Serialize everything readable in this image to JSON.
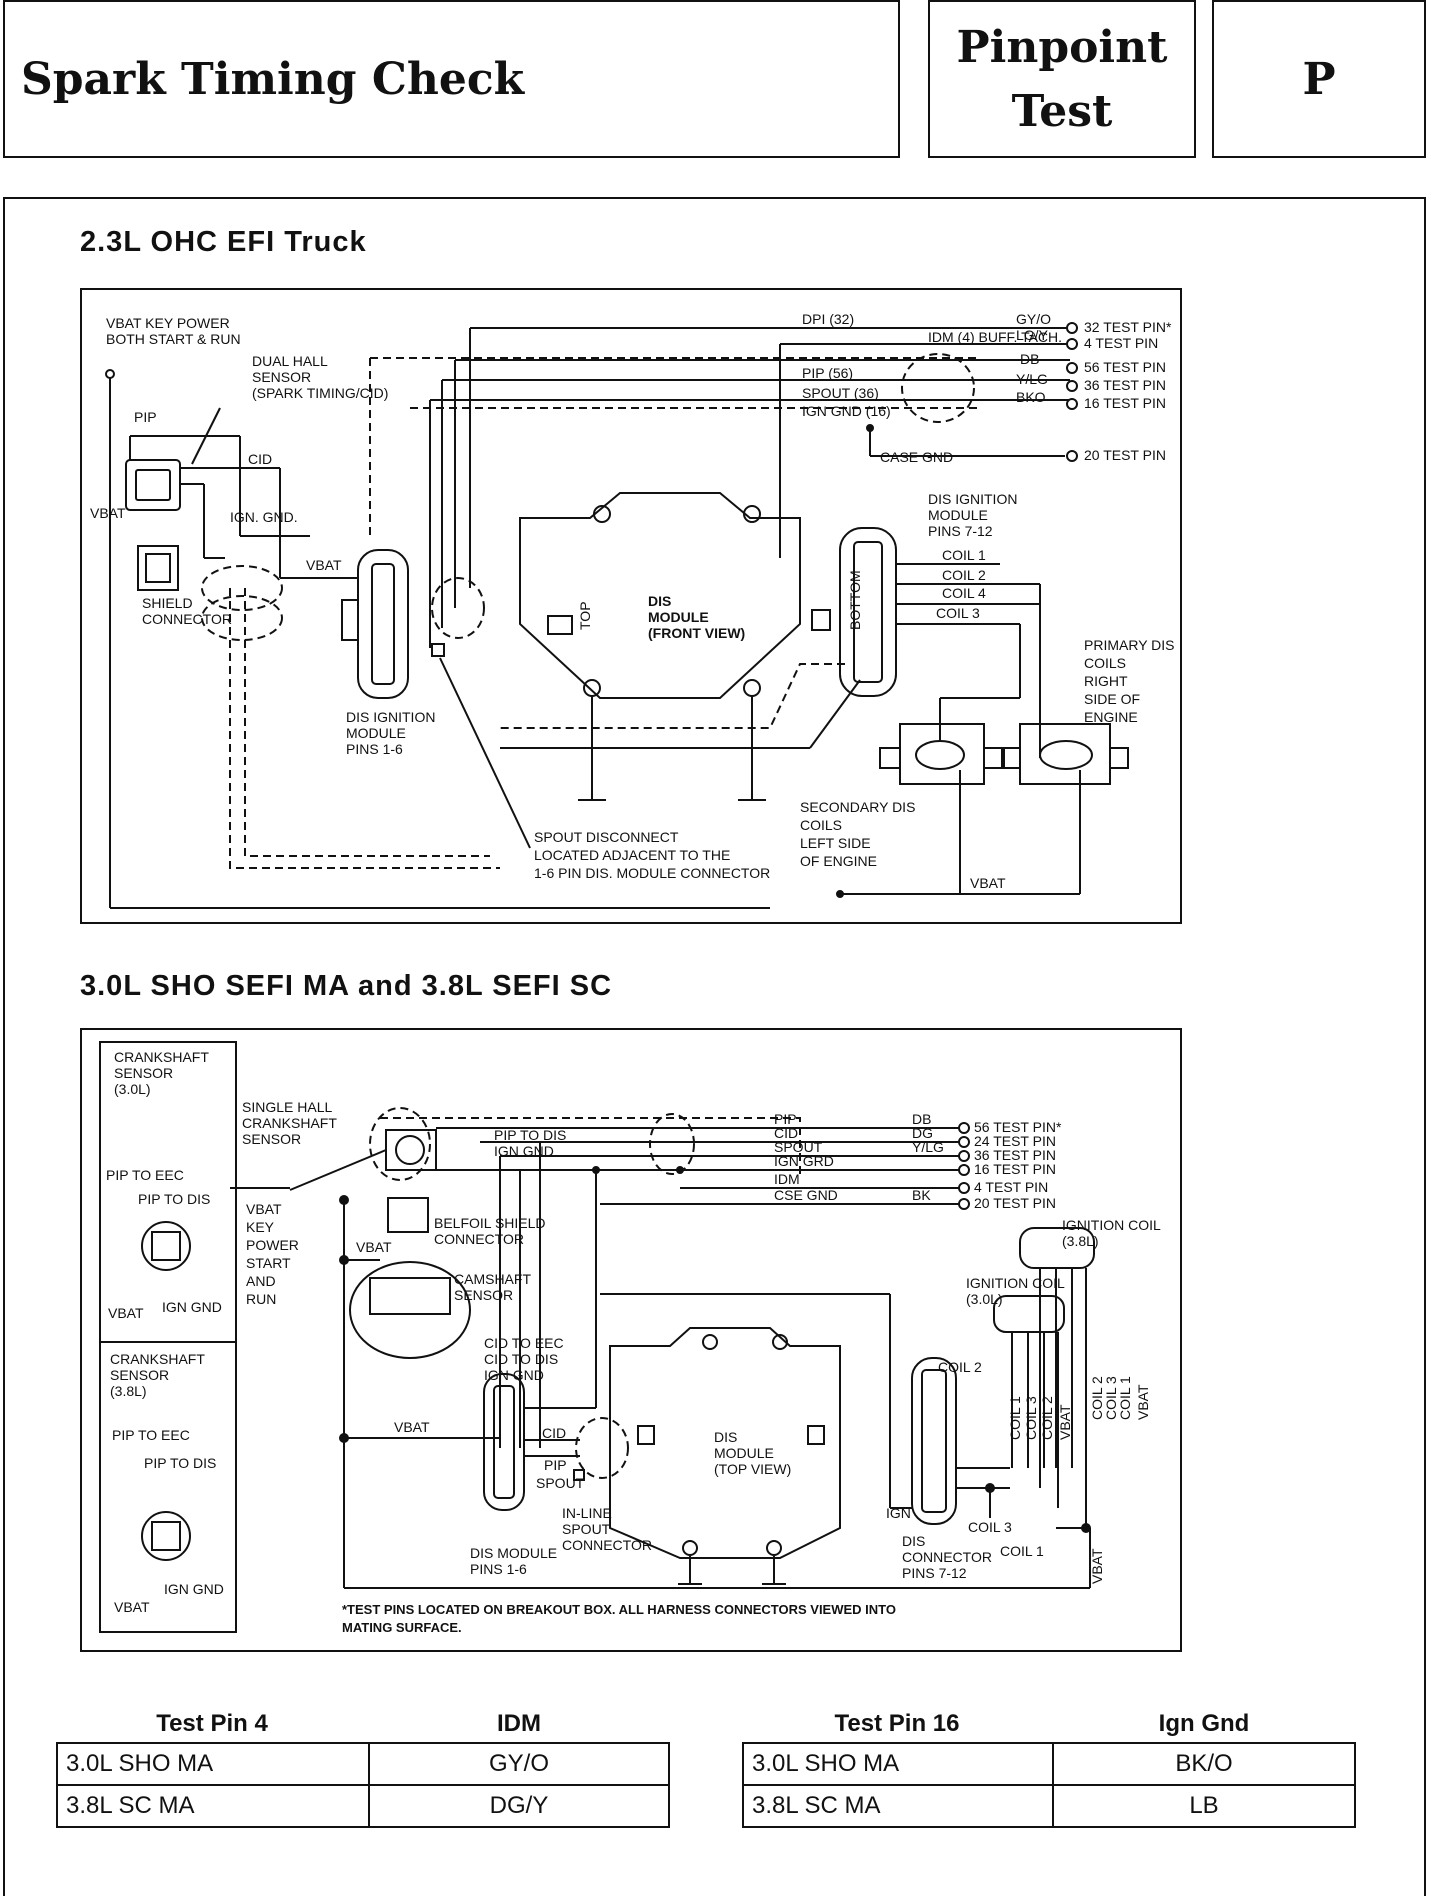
{
  "header": {
    "title": "Spark Timing Check",
    "pinpoint_line1": "Pinpoint",
    "pinpoint_line2": "Test",
    "letter": "P"
  },
  "diagram1": {
    "title": "2.3L OHC EFI Truck",
    "labels": {
      "vbat_key_1": "VBAT KEY POWER",
      "vbat_key_2": "BOTH START & RUN",
      "dual_hall_1": "DUAL HALL",
      "dual_hall_2": "SENSOR",
      "dual_hall_3": "(SPARK TIMING/CID)",
      "pip": "PIP",
      "cid": "CID",
      "vbat_left": "VBAT",
      "ign_gnd": "IGN. GND.",
      "vbat_mid": "VBAT",
      "shield_1": "SHIELD",
      "shield_2": "CONNECTOR",
      "dpi": "DPI (32)",
      "idm_buff": "IDM (4)  BUFF. TACH.",
      "pip56": "PIP (56)",
      "spout36": "SPOUT (36)",
      "igngnd16": "IGN GND (16)",
      "gyo": "GY/O",
      "lgy": "LG/Y",
      "db": "DB",
      "ylg": "Y/LG",
      "bko": "BKO",
      "case_gnd": "CASE GND",
      "tp32": "32 TEST PIN*",
      "tp4": "4 TEST PIN",
      "tp56": "56 TEST PIN",
      "tp36": "36 TEST PIN",
      "tp16": "16 TEST PIN",
      "tp20": "20 TEST PIN",
      "dis_mod_1": "DIS",
      "dis_mod_2": "MODULE",
      "dis_mod_3": "(FRONT VIEW)",
      "top": "TOP",
      "bottom": "BOTTOM",
      "dis_ign_left_1": "DIS IGNITION",
      "dis_ign_left_2": "MODULE",
      "dis_ign_left_3": "PINS 1-6",
      "dis_ign_right_1": "DIS IGNITION",
      "dis_ign_right_2": "MODULE",
      "dis_ign_right_3": "PINS 7-12",
      "coil1": "COIL 1",
      "coil2": "COIL 2",
      "coil4": "COIL 4",
      "coil3": "COIL 3",
      "primary_1": "PRIMARY DIS",
      "primary_2": "COILS",
      "primary_3": "RIGHT",
      "primary_4": "SIDE OF",
      "primary_5": "ENGINE",
      "secondary_1": "SECONDARY DIS",
      "secondary_2": "COILS",
      "secondary_3": "LEFT SIDE",
      "secondary_4": "OF ENGINE",
      "vbat_bottom": "VBAT",
      "spout_disc_1": "SPOUT DISCONNECT",
      "spout_disc_2": "LOCATED  ADJACENT TO THE",
      "spout_disc_3": "1-6 PIN DIS. MODULE CONNECTOR"
    }
  },
  "diagram2": {
    "title": "3.0L SHO SEFI MA and 3.8L SEFI SC",
    "labels": {
      "crank30_1": "CRANKSHAFT",
      "crank30_2": "SENSOR",
      "crank30_3": "(3.0L)",
      "pip_to_eec": "PIP TO EEC",
      "pip_to_dis": "PIP TO DIS",
      "vbat_a": "VBAT",
      "ign_gnd_a": "IGN GND",
      "crank38_1": "CRANKSHAFT",
      "crank38_2": "SENSOR",
      "crank38_3": "(3.8L)",
      "pip_to_eec_b": "PIP TO EEC",
      "pip_to_dis_b": "PIP TO DIS",
      "vbat_b": "VBAT",
      "ign_gnd_b": "IGN GND",
      "single_hall_1": "SINGLE HALL",
      "single_hall_2": "CRANKSHAFT",
      "single_hall_3": "SENSOR",
      "vbat_key_1": "VBAT",
      "vbat_key_2": "KEY",
      "vbat_key_3": "POWER",
      "vbat_key_4": "START",
      "vbat_key_5": "AND",
      "vbat_key_6": "RUN",
      "belfoil_1": "BELFOIL SHIELD",
      "belfoil_2": "CONNECTOR",
      "vbat_c": "VBAT",
      "camshaft_1": "CAMSHAFT",
      "camshaft_2": "SENSOR",
      "pip_to_dis_w": "PIP TO DIS",
      "ign_gnd_w": "IGN GND",
      "cid_to_eec": "CID TO EEC",
      "cid_to_dis": "CID TO DIS",
      "ign_gnd_w2": "IGN GND",
      "vbat_d": "VBAT",
      "cid": "CID",
      "pip": "PIP",
      "spout": "SPOUT",
      "inline_1": "IN-LINE",
      "inline_2": "SPOUT",
      "inline_3": "CONNECTOR",
      "dis_mod_pins_1": "DIS MODULE",
      "dis_mod_pins_2": "PINS 1-6",
      "bus_pip": "PIP",
      "bus_cid": "CID",
      "bus_spout": "SPOUT",
      "bus_igngrd": "IGN GRD",
      "bus_idm": "IDM",
      "bus_csegnd": "CSE GND",
      "c_db": "DB",
      "c_dg": "DG",
      "c_ylg": "Y/LG",
      "c_bk": "BK",
      "tp56": "56 TEST PIN*",
      "tp24": "24 TEST PIN",
      "tp36": "36 TEST PIN",
      "tp16": "16 TEST PIN",
      "tp4": "4 TEST PIN",
      "tp20": "20 TEST PIN",
      "dis_mod_1": "DIS",
      "dis_mod_2": "MODULE",
      "dis_mod_3": "(TOP VIEW)",
      "ign_coil38_1": "IGNITION COIL",
      "ign_coil38_2": "(3.8L)",
      "ign_coil30_1": "IGNITION COIL",
      "ign_coil30_2": "(3.0L)",
      "coil2": "COIL 2",
      "coil3": "COIL 3",
      "coil1": "COIL 1",
      "ign": "IGN",
      "dis_conn_1": "DIS",
      "dis_conn_2": "CONNECTOR",
      "dis_conn_3": "PINS 7-12",
      "v_coil1": "COIL 1",
      "v_coil3": "COIL 3",
      "v_coil2": "COIL 2",
      "v_vbat": "VBAT",
      "v_coil2b": "COIL 2",
      "v_coil3b": "COIL 3",
      "v_coil1b": "COIL 1",
      "v_vbat2": "VBAT",
      "v_vbat3": "VBAT",
      "footnote_1": "*TEST PINS LOCATED ON BREAKOUT BOX. ALL HARNESS CONNECTORS VIEWED INTO",
      "footnote_2": "MATING SURFACE."
    }
  },
  "tables": {
    "left": {
      "head_a": "Test Pin 4",
      "head_b": "IDM",
      "rows": [
        [
          "3.0L SHO MA",
          "GY/O"
        ],
        [
          "3.8L SC MA",
          "DG/Y"
        ]
      ]
    },
    "right": {
      "head_a": "Test Pin 16",
      "head_b": "Ign Gnd",
      "rows": [
        [
          "3.0L SHO MA",
          "BK/O"
        ],
        [
          "3.8L SC MA",
          "LB"
        ]
      ]
    }
  }
}
